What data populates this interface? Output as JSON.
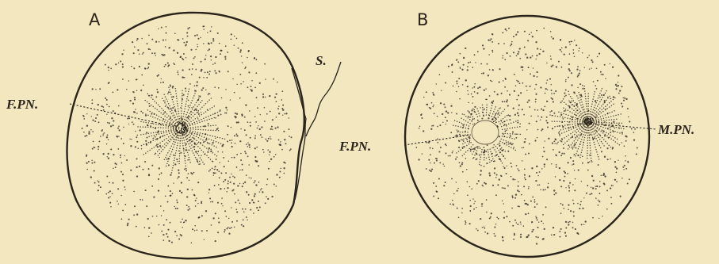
{
  "figure": {
    "panel_a": {
      "letter": "A",
      "labels": {
        "female_pronucleus": "F.PN.",
        "sperm": "S."
      }
    },
    "panel_b": {
      "letter": "B",
      "labels": {
        "female_pronucleus": "F.PN.",
        "male_pronucleus": "M.PN."
      }
    }
  },
  "colors": {
    "paper": "#f3e7c0",
    "ink": "#2a241b"
  }
}
